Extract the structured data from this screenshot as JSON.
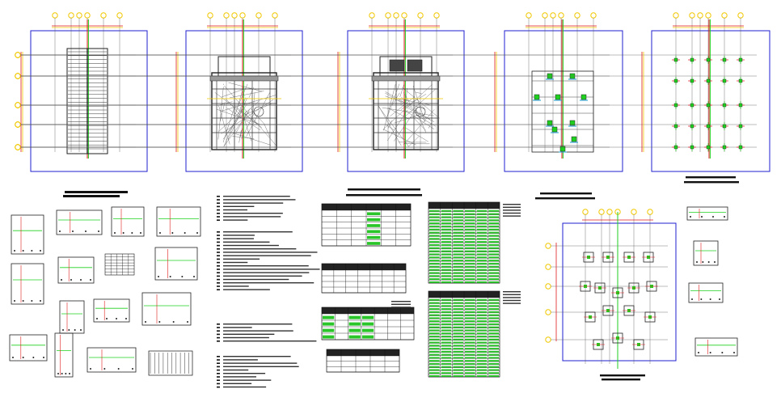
{
  "colors": {
    "frame": "#1f1fd0",
    "grid": "#555555",
    "wall": "#222222",
    "accent_green": "#1fd11f",
    "accent_red": "#e01b1b",
    "marker_yellow": "#f0c800",
    "table_green": "#29c529"
  },
  "sheet": {
    "note_blocks": 4,
    "plans": [
      {
        "kind": "grid-stair"
      },
      {
        "kind": "floor-plan"
      },
      {
        "kind": "floor-plan-hatched"
      },
      {
        "kind": "column-layout"
      },
      {
        "kind": "footing-layout"
      }
    ]
  }
}
